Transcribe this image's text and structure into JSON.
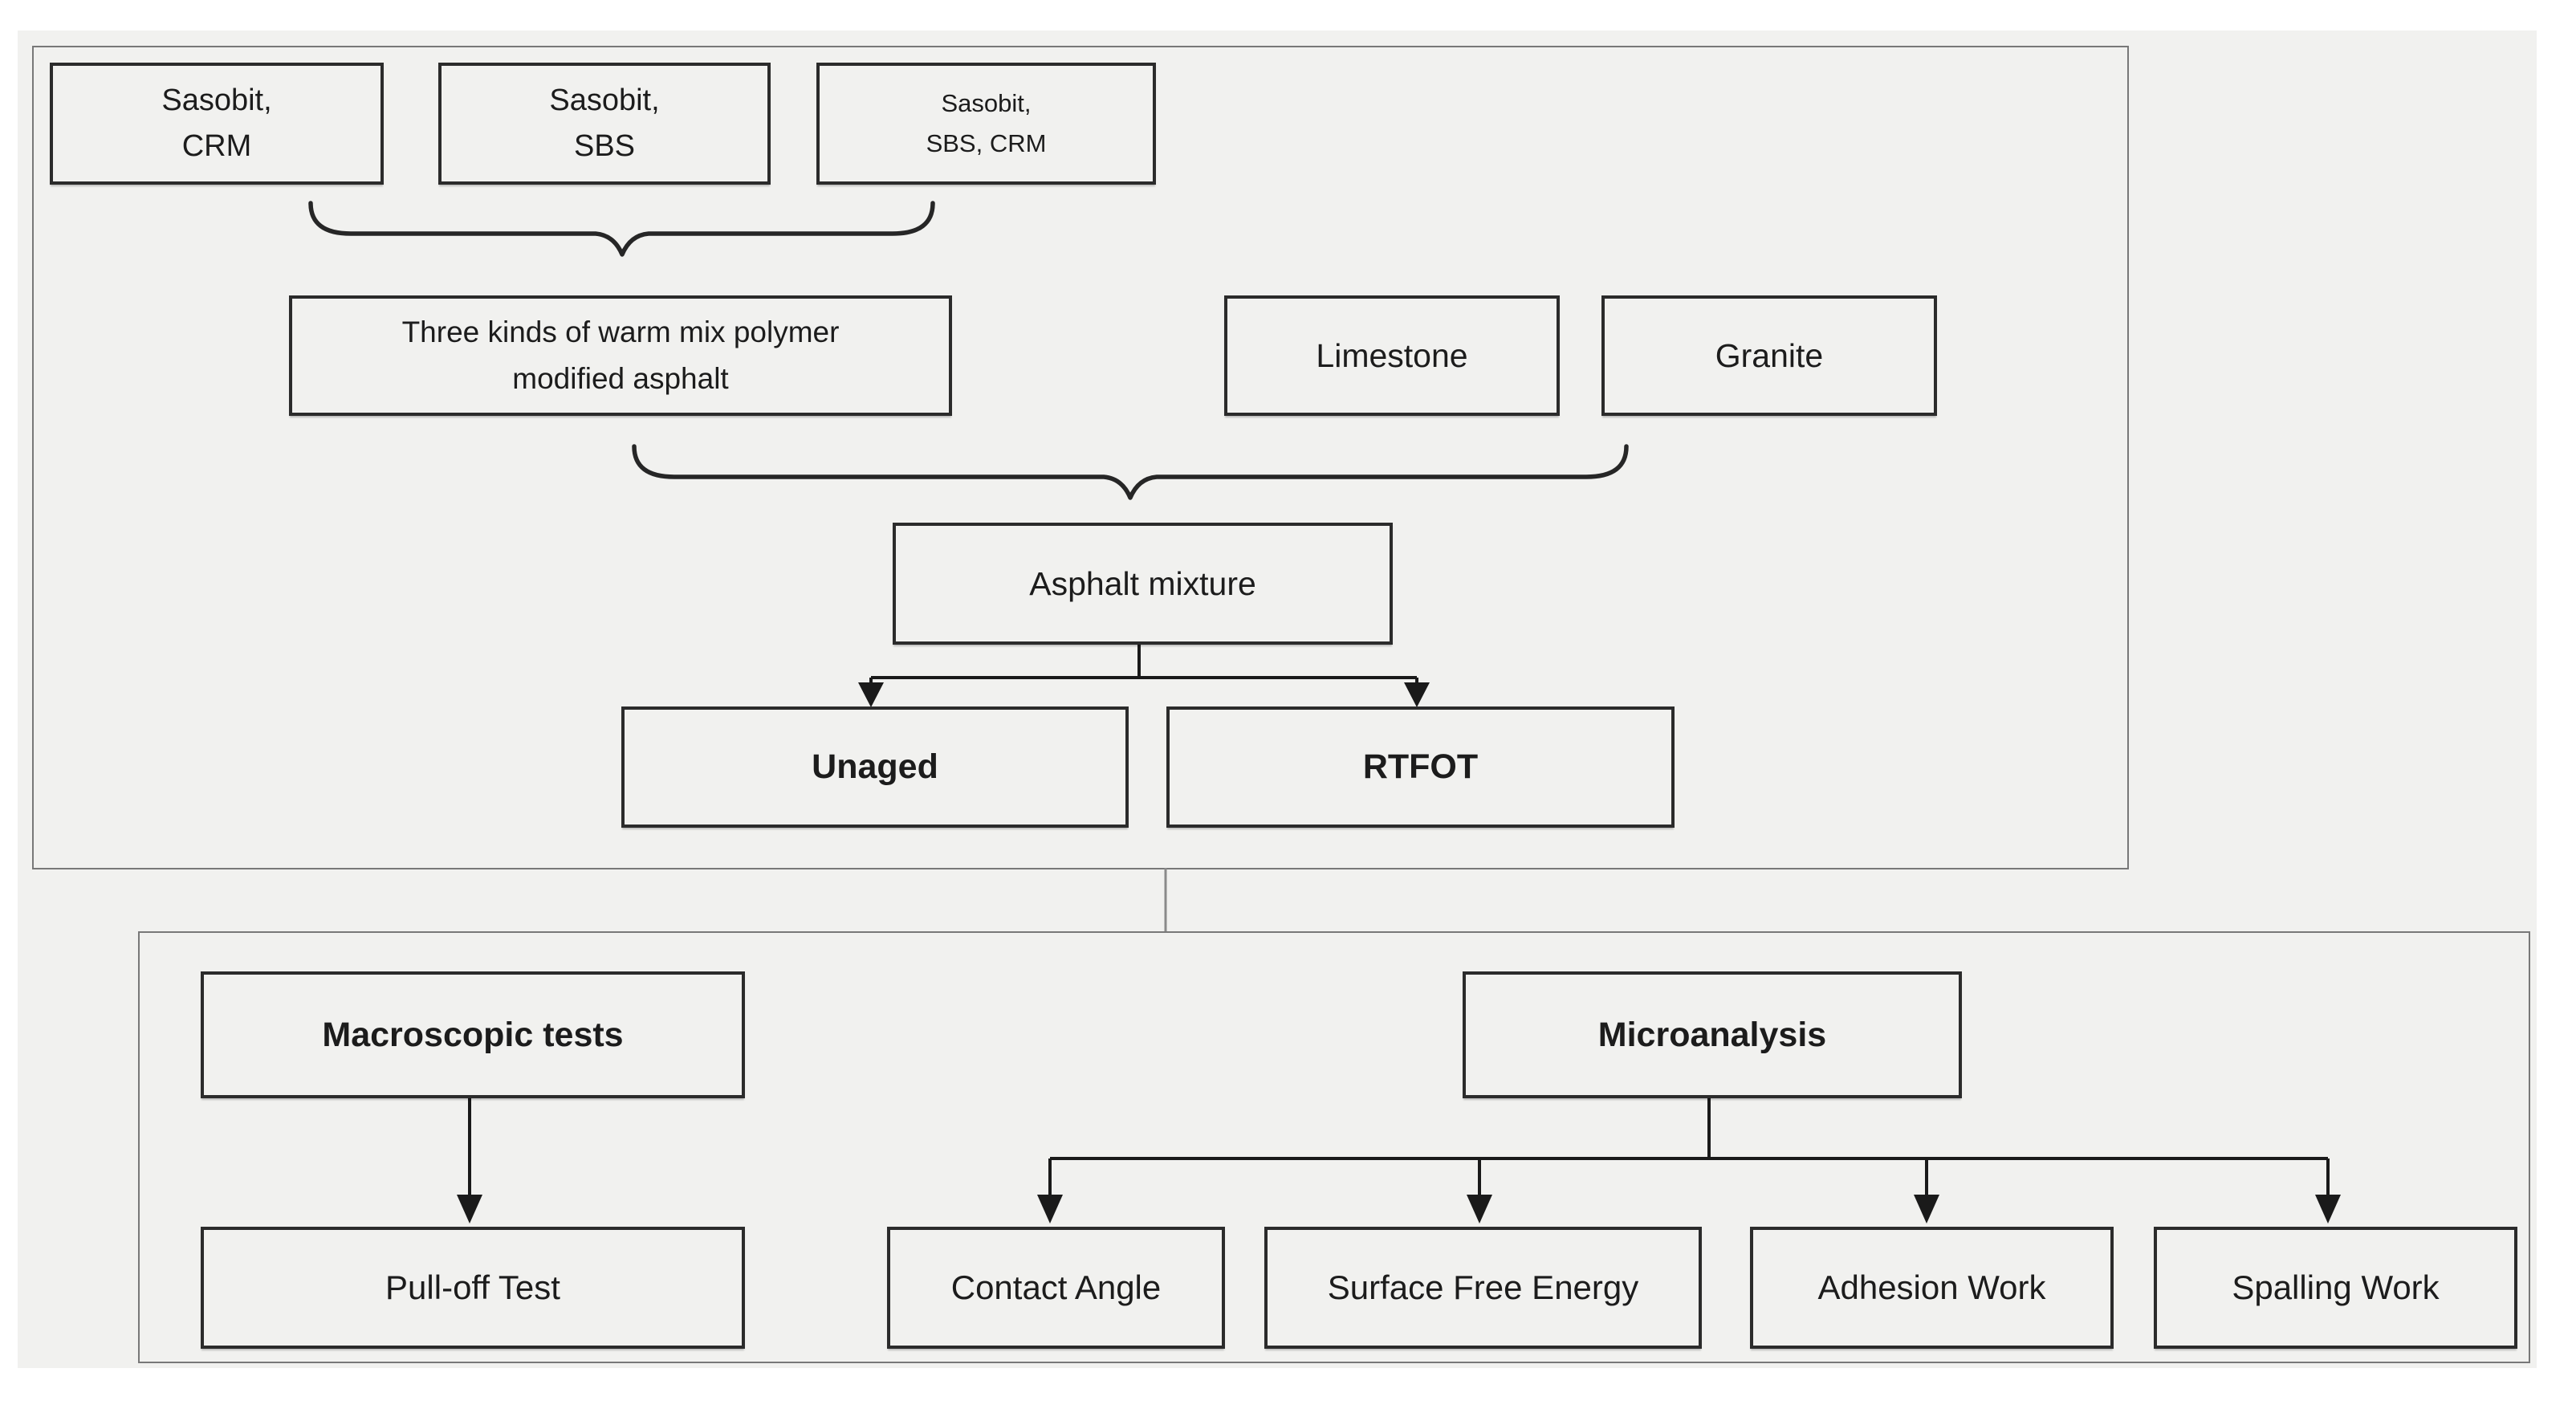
{
  "colors": {
    "page_bg": "#ffffff",
    "canvas_bg": "#f1f1ef",
    "box_border": "#2b2b2b",
    "panel_border": "#787878",
    "connector": "#1a1a1a",
    "text": "#1c1c1c"
  },
  "top_section": {
    "modifiers": [
      {
        "label": "Sasobit,\nCRM"
      },
      {
        "label": "Sasobit,\nSBS"
      },
      {
        "label": "Sasobit,\nSBS, CRM"
      }
    ],
    "binder_label": "Three kinds of warm mix polymer\nmodified asphalt",
    "aggregates": [
      {
        "label": "Limestone"
      },
      {
        "label": "Granite"
      }
    ],
    "mixture_label": "Asphalt mixture",
    "aging_states": [
      {
        "label": "Unaged"
      },
      {
        "label": "RTFOT"
      }
    ]
  },
  "bottom_section": {
    "macro": {
      "title": "Macroscopic tests",
      "tests": [
        {
          "label": "Pull-off Test"
        }
      ]
    },
    "micro": {
      "title": "Microanalysis",
      "tests": [
        {
          "label": "Contact Angle"
        },
        {
          "label": "Surface Free Energy"
        },
        {
          "label": "Adhesion Work"
        },
        {
          "label": "Spalling Work"
        }
      ]
    }
  }
}
